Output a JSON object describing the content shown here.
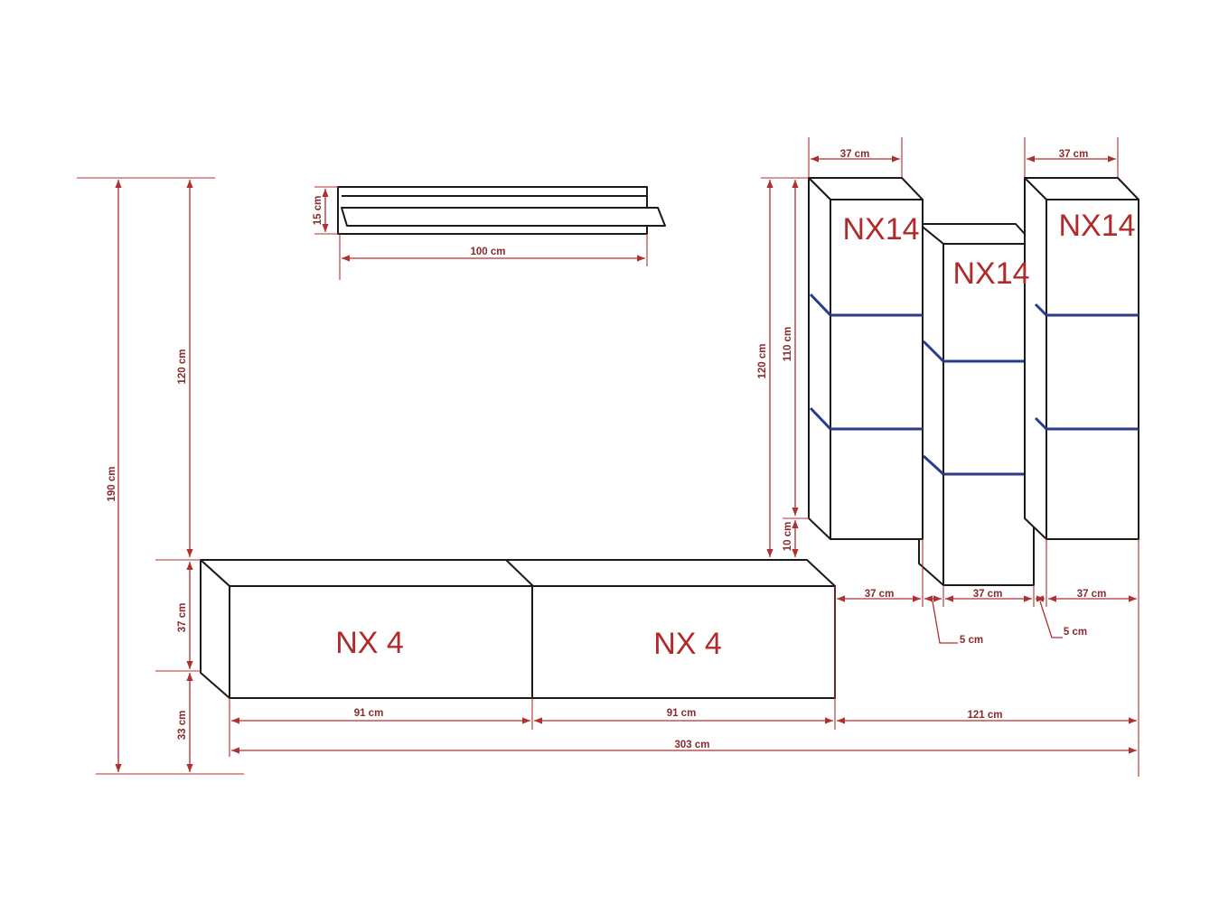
{
  "colors": {
    "dimension": "#b03030",
    "dimension_text": "#8a2a2a",
    "outline": "#1a1a1a",
    "led_strip": "#2a3a8c",
    "module_label": "#b02a2a"
  },
  "modules": {
    "tv_left": "NX 4",
    "tv_right": "NX 4",
    "tall_left": "NX14",
    "tall_middle": "NX14",
    "tall_right": "NX14"
  },
  "dimensions": {
    "total_height": "190 cm",
    "wall_height": "120 cm",
    "tv_height": "37 cm",
    "floor_gap": "33 cm",
    "shelf_width": "100 cm",
    "shelf_height": "15 cm",
    "tall_left_width": "37 cm",
    "tall_right_width": "37 cm",
    "tall_outer_height": "120 cm",
    "tall_inner_height": "110 cm",
    "tall_offset": "10 cm",
    "bottom_tall_left": "37 cm",
    "bottom_tall_middle": "37 cm",
    "bottom_tall_right": "37 cm",
    "gap_left": "5 cm",
    "gap_right": "5 cm",
    "tv_left_width": "91 cm",
    "tv_right_width": "91 cm",
    "towers_width": "121 cm",
    "total_width": "303 cm"
  }
}
